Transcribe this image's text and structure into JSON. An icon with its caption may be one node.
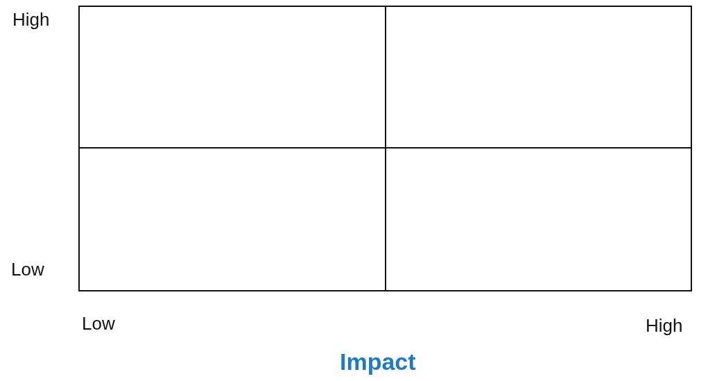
{
  "diagram": {
    "labels": [
      "High",
      "Low",
      "Low",
      "High",
      "Impact"
    ]
  }
}
